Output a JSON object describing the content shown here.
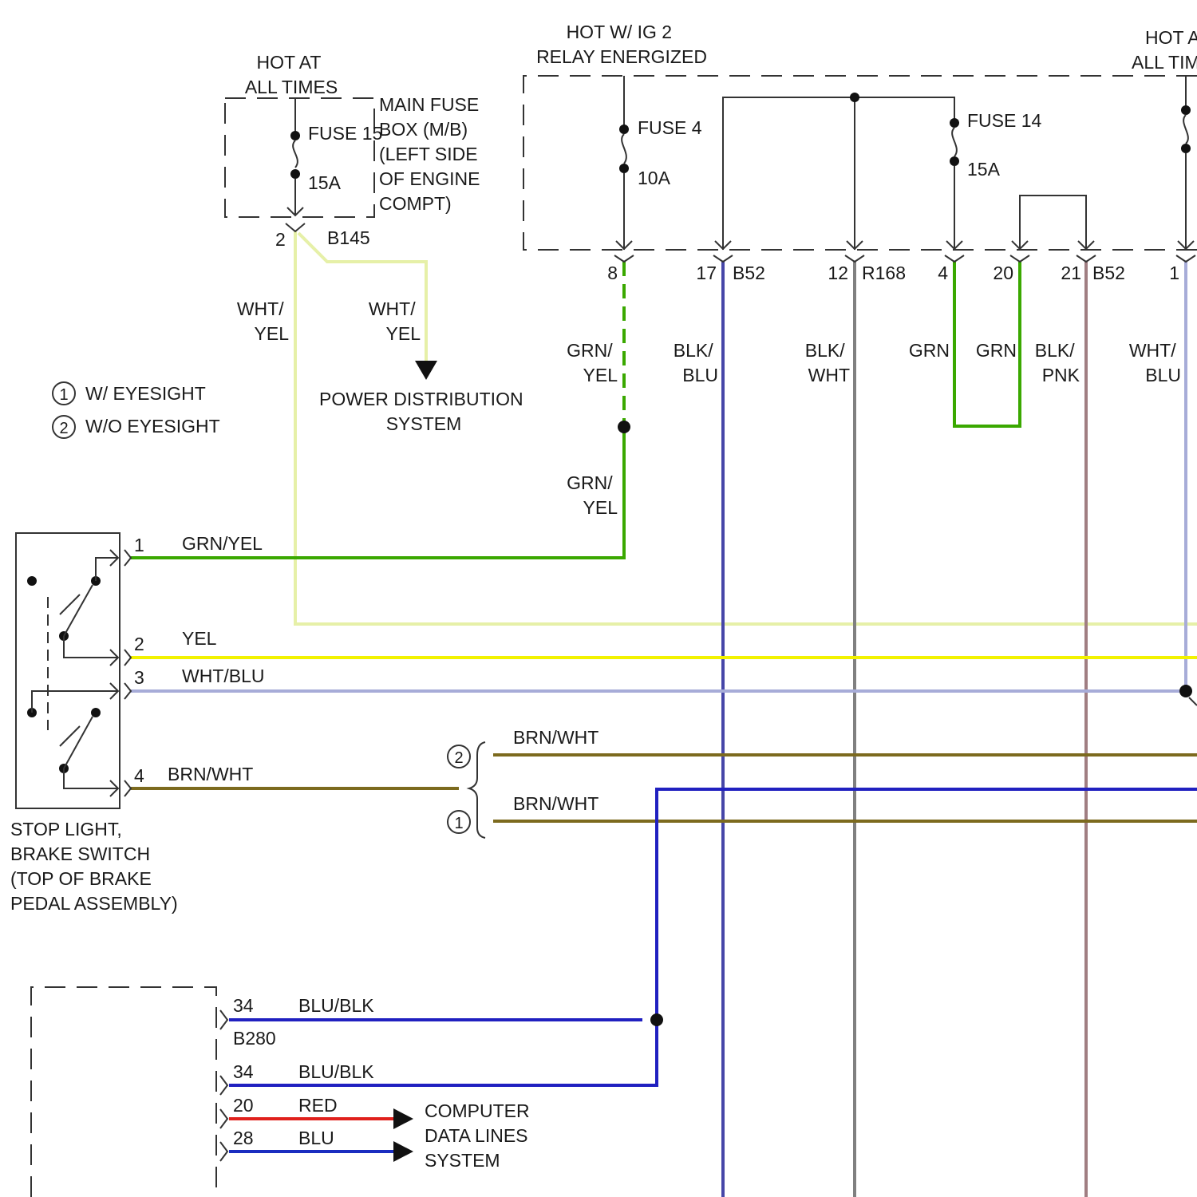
{
  "colors": {
    "grn_yel": "#3aa800",
    "yel": "#f2f200",
    "wht_yel": "#e6f0a8",
    "wht_blu": "#a7acd8",
    "brn_wht": "#7c6a1e",
    "blu_blk": "#2020c0",
    "blk_blu": "#4646a8",
    "blk_wht": "#808080",
    "blk_pnk": "#a07e82",
    "grn": "#3aa800",
    "red": "#e0201c",
    "blu": "#1a2dc0"
  },
  "fuse_box_main": {
    "hot_lines": [
      "HOT AT",
      "ALL TIMES"
    ],
    "fuse_name": "FUSE 15",
    "fuse_rating": "15A",
    "box_lines": [
      "MAIN FUSE",
      "BOX (M/B)",
      "(LEFT SIDE",
      "OF ENGINE",
      "COMPT)"
    ],
    "pin": "2",
    "connector": "B145"
  },
  "relay_box": {
    "hot_ig2_lines": [
      "HOT W/ IG 2",
      "RELAY ENERGIZED"
    ],
    "hot_right_lines": [
      "HOT A",
      "ALL TIM"
    ],
    "fuse4_name": "FUSE 4",
    "fuse4_rating": "10A",
    "fuse14_name": "FUSE 14",
    "fuse14_rating": "15A",
    "pins": [
      "8",
      "17",
      "12",
      "4",
      "20",
      "21",
      "1"
    ],
    "connectors": [
      "B52",
      "R168",
      "B52"
    ]
  },
  "wire_labels": {
    "wht_yel_left": [
      "WHT/",
      "YEL"
    ],
    "wht_yel_right": [
      "WHT/",
      "YEL"
    ],
    "grn_yel_upper": [
      "GRN/",
      "YEL"
    ],
    "grn_yel_lower": [
      "GRN/",
      "YEL"
    ],
    "blk_blu": [
      "BLK/",
      "BLU"
    ],
    "blk_wht": [
      "BLK/",
      "WHT"
    ],
    "grn_a": "GRN",
    "grn_b": "GRN",
    "blk_pnk": [
      "BLK/",
      "PNK"
    ],
    "wht_blu_right": [
      "WHT/",
      "BLU"
    ]
  },
  "power_distribution": [
    "POWER DISTRIBUTION",
    "SYSTEM"
  ],
  "legend": [
    {
      "num": "1",
      "text": "W/ EYESIGHT"
    },
    {
      "num": "2",
      "text": "W/O EYESIGHT"
    }
  ],
  "switch": {
    "pins": [
      {
        "pin": "1",
        "wire": "GRN/YEL"
      },
      {
        "pin": "2",
        "wire": "YEL"
      },
      {
        "pin": "3",
        "wire": "WHT/BLU"
      },
      {
        "pin": "4",
        "wire": "BRN/WHT"
      }
    ],
    "label_lines": [
      "STOP LIGHT,",
      "BRAKE SWITCH",
      "(TOP OF BRAKE",
      "PEDAL ASSEMBLY)"
    ]
  },
  "option_branches": [
    {
      "num": "2",
      "wire": "BRN/WHT"
    },
    {
      "num": "1",
      "wire": "BRN/WHT"
    }
  ],
  "module": {
    "rows": [
      {
        "pin": "34",
        "wire": "BLU/BLK",
        "connector": "B280"
      },
      {
        "pin": "34",
        "wire": "BLU/BLK"
      },
      {
        "pin": "20",
        "wire": "RED"
      },
      {
        "pin": "28",
        "wire": "BLU"
      }
    ],
    "computer_data": [
      "COMPUTER",
      "DATA LINES",
      "SYSTEM"
    ]
  }
}
